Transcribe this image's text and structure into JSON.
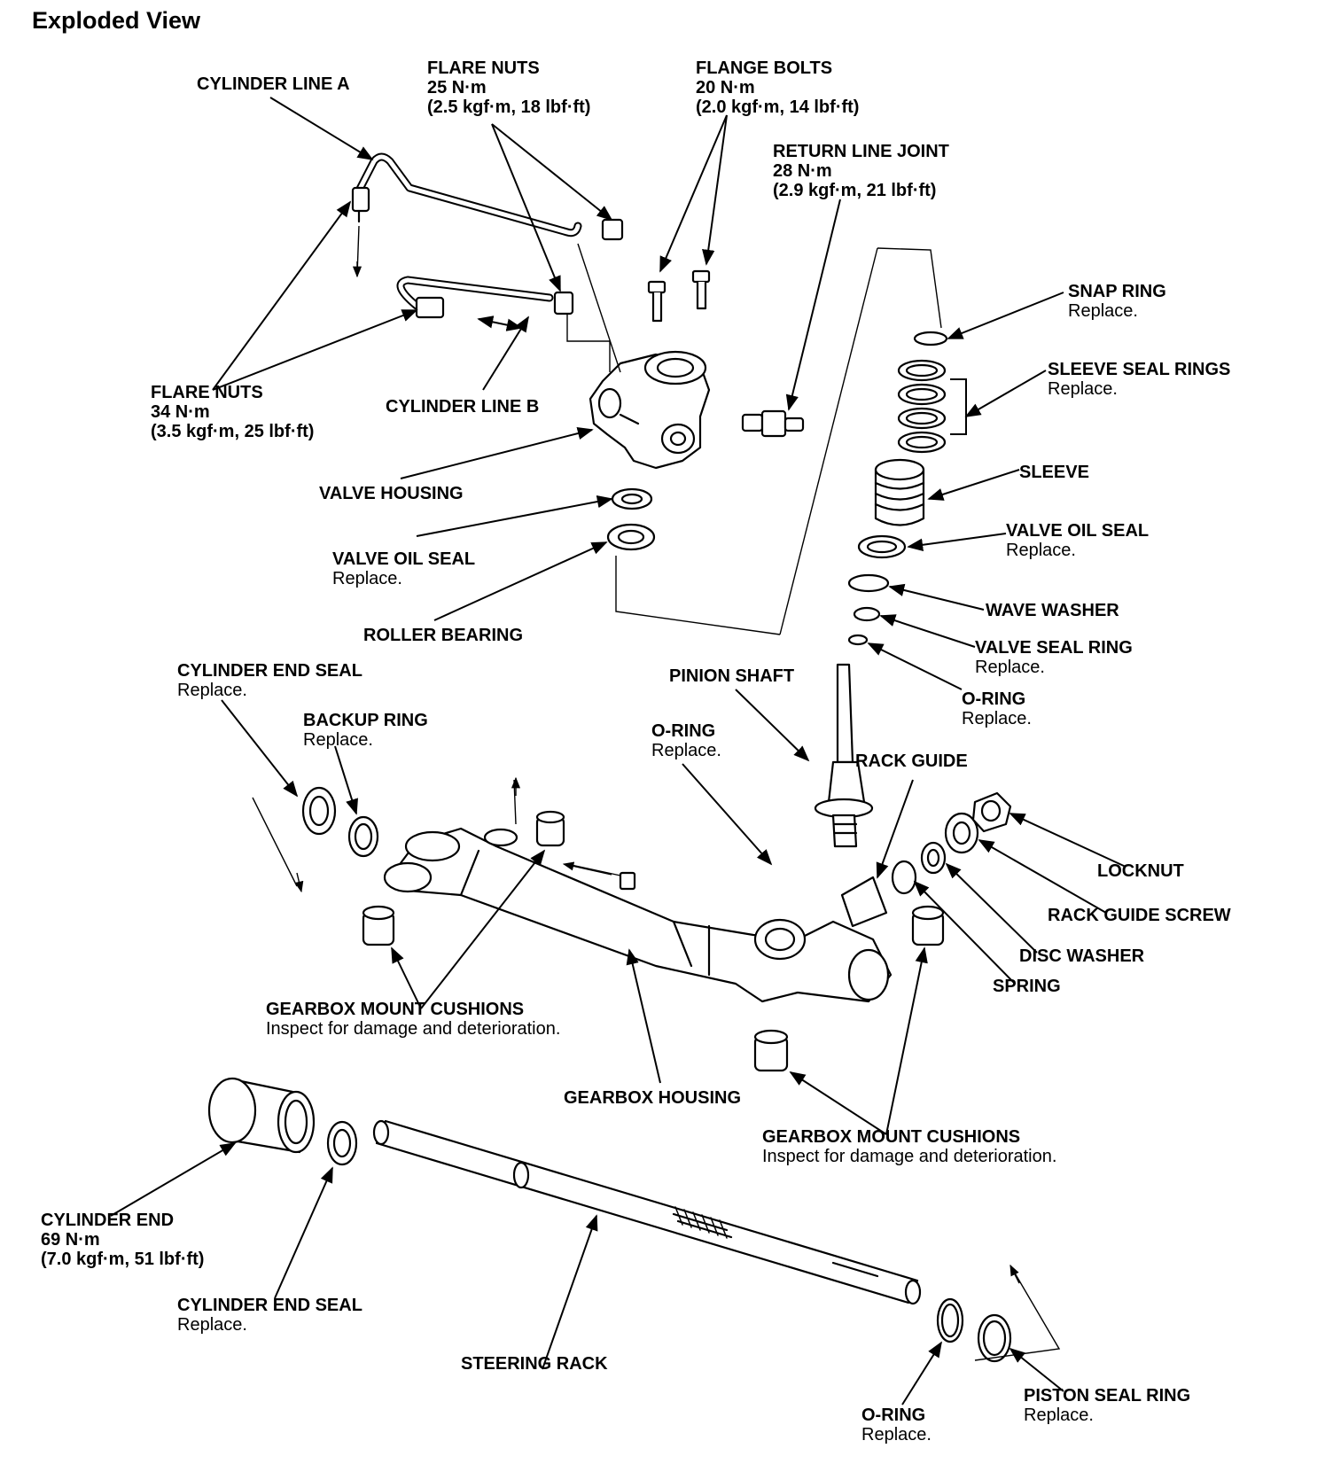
{
  "title": "Exploded View",
  "labels": {
    "cylinder_line_a": {
      "name": "CYLINDER LINE A"
    },
    "flare_nuts_top": {
      "name": "FLARE NUTS",
      "torque": "25 N·m",
      "torque_alt": "(2.5 kgf·m, 18 lbf·ft)"
    },
    "flange_bolts": {
      "name": "FLANGE BOLTS",
      "torque": "20 N·m",
      "torque_alt": "(2.0 kgf·m, 14 lbf·ft)"
    },
    "return_line_joint": {
      "name": "RETURN LINE JOINT",
      "torque": "28 N·m",
      "torque_alt": "(2.9 kgf·m, 21 lbf·ft)"
    },
    "snap_ring": {
      "name": "SNAP RING",
      "note": "Replace."
    },
    "sleeve_seal_rings": {
      "name": "SLEEVE SEAL RINGS",
      "note": "Replace."
    },
    "flare_nuts_left": {
      "name": "FLARE NUTS",
      "torque": "34 N·m",
      "torque_alt": "(3.5 kgf·m, 25 lbf·ft)"
    },
    "cylinder_line_b": {
      "name": "CYLINDER LINE B"
    },
    "sleeve": {
      "name": "SLEEVE"
    },
    "valve_housing": {
      "name": "VALVE HOUSING"
    },
    "valve_oil_seal_left": {
      "name": "VALVE OIL SEAL",
      "note": "Replace."
    },
    "valve_oil_seal_right": {
      "name": "VALVE OIL SEAL",
      "note": "Replace."
    },
    "wave_washer": {
      "name": "WAVE WASHER"
    },
    "roller_bearing": {
      "name": "ROLLER BEARING"
    },
    "valve_seal_ring": {
      "name": "VALVE SEAL RING",
      "note": "Replace."
    },
    "cylinder_end_seal_top": {
      "name": "CYLINDER END SEAL",
      "note": "Replace."
    },
    "pinion_shaft": {
      "name": "PINION SHAFT"
    },
    "o_ring_right": {
      "name": "O-RING",
      "note": "Replace."
    },
    "backup_ring": {
      "name": "BACKUP RING",
      "note": "Replace."
    },
    "o_ring_mid": {
      "name": "O-RING",
      "note": "Replace."
    },
    "rack_guide": {
      "name": "RACK GUIDE"
    },
    "locknut": {
      "name": "LOCKNUT"
    },
    "rack_guide_screw": {
      "name": "RACK GUIDE SCREW"
    },
    "disc_washer": {
      "name": "DISC WASHER"
    },
    "spring": {
      "name": "SPRING"
    },
    "gearbox_mount_cushions_left": {
      "name": "GEARBOX MOUNT CUSHIONS",
      "note": "Inspect for damage and deterioration."
    },
    "gearbox_housing": {
      "name": "GEARBOX HOUSING"
    },
    "gearbox_mount_cushions_right": {
      "name": "GEARBOX MOUNT CUSHIONS",
      "note": "Inspect for damage and deterioration."
    },
    "cylinder_end": {
      "name": "CYLINDER END",
      "torque": "69 N·m",
      "torque_alt": "(7.0 kgf·m, 51 lbf·ft)"
    },
    "cylinder_end_seal_bottom": {
      "name": "CYLINDER END SEAL",
      "note": "Replace."
    },
    "steering_rack": {
      "name": "STEERING RACK"
    },
    "o_ring_bottom": {
      "name": "O-RING",
      "note": "Replace."
    },
    "piston_seal_ring": {
      "name": "PISTON SEAL RING",
      "note": "Replace."
    }
  }
}
